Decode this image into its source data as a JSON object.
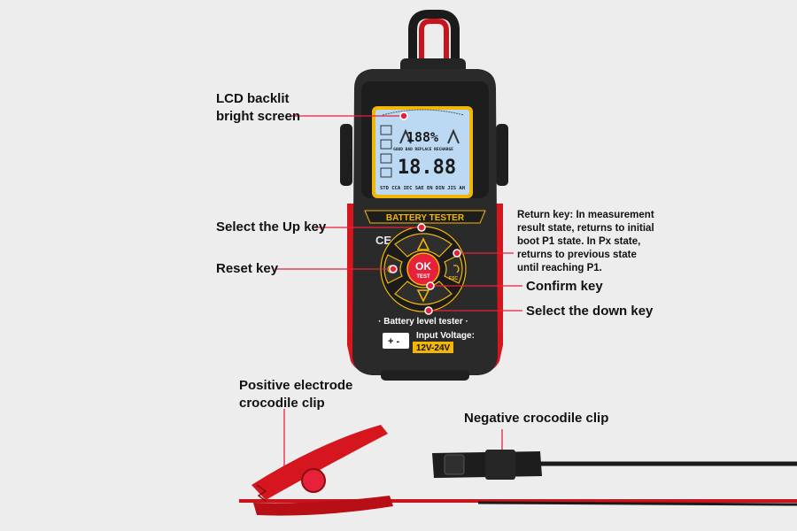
{
  "callouts": {
    "lcd_line1": "LCD backlit",
    "lcd_line2": "bright screen",
    "up_key": "Select the Up key",
    "reset_key": "Reset key",
    "return_lines": [
      "Return key: In measurement",
      "result state, returns to initial",
      "boot P1 state. In Px state,",
      "returns to previous state",
      "until reaching P1."
    ],
    "confirm_key": "Confirm key",
    "down_key": "Select the down key",
    "positive_line1": "Positive electrode",
    "positive_line2": "crocodile clip",
    "negative_clip": "Negative crocodile clip"
  },
  "device": {
    "banner": "BATTERY TESTER",
    "ok_label": "OK",
    "test_label": "TEST",
    "esc_label": "ESC",
    "ce_mark": "CE",
    "desc_line1": "· Battery level tester ·",
    "input_label": "Input Voltage:",
    "voltage_range": "12V-24V",
    "lcd_percent": "188%",
    "lcd_main": "18.88",
    "lcd_row": "GOOD  BAD  REPLACE  RECHARGE",
    "lcd_bottom": "STD  CCA  IEC  SAE  EN  DIN  JIS  AH"
  },
  "colors": {
    "callout_red": "#e8213b",
    "body_red": "#d5161e",
    "body_black": "#2a2a2a",
    "accent_yellow": "#f2b705",
    "lcd_blue": "#bcd9f4"
  }
}
